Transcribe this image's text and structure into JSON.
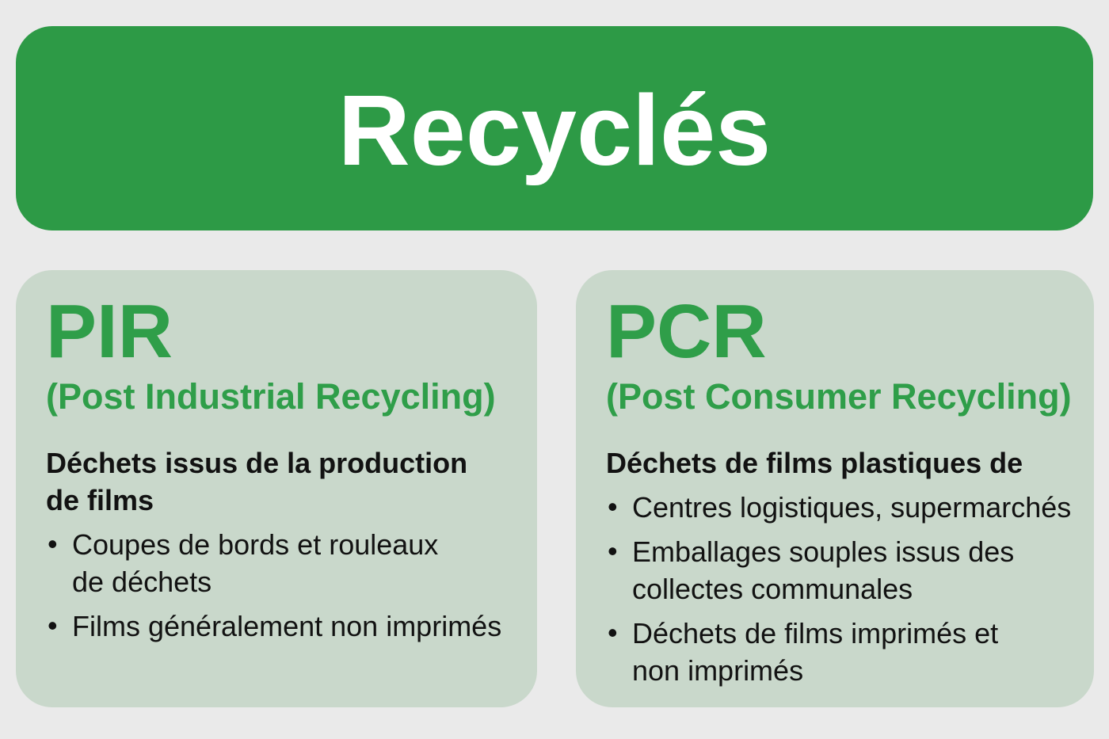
{
  "colors": {
    "page_background": "#EAEAEA",
    "banner_background": "#2D9A46",
    "banner_text": "#FFFFFF",
    "card_background": "#C9D8CB",
    "accent_green_text": "#2F9E49",
    "body_text": "#121212"
  },
  "glyphs": {
    "bullet": "•"
  },
  "header": {
    "title": "Recyclés"
  },
  "cards": [
    {
      "acronym": "PIR",
      "expansion": "(Post Industrial Recycling)",
      "intro": "Déchets issus de la production\nde films",
      "bullets": [
        "Coupes de bords et rouleaux\nde déchets",
        "Films généralement non imprimés"
      ]
    },
    {
      "acronym": "PCR",
      "expansion": "(Post Consumer Recycling)",
      "intro": "Déchets de films plastiques de",
      "bullets": [
        "Centres logistiques, supermarchés",
        "Emballages souples issus des\ncollectes communales",
        "Déchets de films imprimés et\nnon imprimés"
      ]
    }
  ]
}
